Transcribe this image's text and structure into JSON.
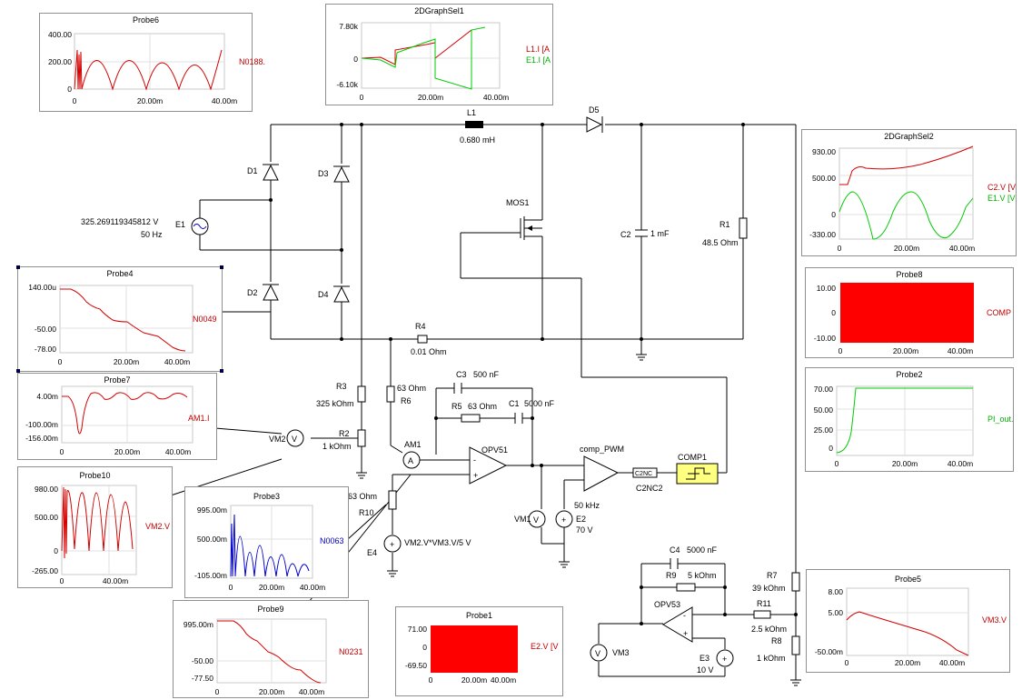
{
  "components": {
    "L1": {
      "name": "L1",
      "value": "0.680 mH"
    },
    "D1": "D1",
    "D2": "D2",
    "D3": "D3",
    "D4": "D4",
    "D5": "D5",
    "MOS1": "MOS1",
    "C2": {
      "name": "C2",
      "value": "1 mF"
    },
    "R1": {
      "name": "R1",
      "value": "48.5 Ohm"
    },
    "E1": {
      "name": "E1",
      "value": "325.269119345812 V",
      "freq": "50 Hz"
    },
    "R4": {
      "name": "R4",
      "value": "0.01 Ohm"
    },
    "R3": {
      "name": "R3",
      "value": "325 kOhm"
    },
    "R2": {
      "name": "R2",
      "value": "1 kOhm"
    },
    "R6": {
      "name": "R6",
      "value": "63 Ohm"
    },
    "C3": {
      "name": "C3",
      "value": "500 nF"
    },
    "R5": {
      "name": "R5",
      "value": "63 Ohm"
    },
    "C1": {
      "name": "C1",
      "value": "5000 nF"
    },
    "AM1": "AM1",
    "VM2": "VM2",
    "OPV51": "OPV51",
    "comp_PWM": "comp_PWM",
    "COMP1": "COMP1",
    "C2NC2": "C2NC2",
    "C2NC": "C2NC",
    "R10": {
      "name": "R10",
      "value": "63 Ohm"
    },
    "E4": {
      "name": "E4",
      "value": "VM2.V*VM3.V/5 V"
    },
    "VM1": "VM1",
    "E2": {
      "name": "E2",
      "freq": "50 kHz",
      "value": "70 V"
    },
    "C4": {
      "name": "C4",
      "value": "5000 nF"
    },
    "R9": {
      "name": "R9",
      "value": "5 kOhm"
    },
    "OPV53": "OPV53",
    "R7": {
      "name": "R7",
      "value": "39 kOhm"
    },
    "R11": {
      "name": "R11",
      "value": "2.5 kOhm"
    },
    "R8": {
      "name": "R8",
      "value": "1 kOhm"
    },
    "VM3": "VM3",
    "E3": {
      "name": "E3",
      "value": "10 V"
    }
  },
  "probes": {
    "probe6": {
      "title": "Probe6",
      "signal": "N0188.",
      "y_ticks": [
        "400.00",
        "200.00",
        "0"
      ],
      "x_ticks": [
        "0",
        "20.00m",
        "40.00m"
      ]
    },
    "graph1": {
      "title": "2DGraphSel1",
      "signals": [
        "L1.I [A",
        "E1.I [A"
      ],
      "y_ticks": [
        "7.80k",
        "0",
        "-6.10k"
      ],
      "x_ticks": [
        "0",
        "20.00m",
        "40.00m"
      ]
    },
    "graph2": {
      "title": "2DGraphSel2",
      "signals": [
        "C2.V [V",
        "E1.V [V"
      ],
      "y_ticks": [
        "930.00",
        "500.00",
        "0",
        "-330.00"
      ],
      "x_ticks": [
        "0",
        "20.00m",
        "40.00m"
      ]
    },
    "probe8": {
      "title": "Probe8",
      "signal": "COMP",
      "y_ticks": [
        "10.00",
        "0",
        "-10.00"
      ],
      "x_ticks": [
        "0",
        "20.00m",
        "40.00m"
      ]
    },
    "probe2": {
      "title": "Probe2",
      "signal": "PI_out.",
      "y_ticks": [
        "70.00",
        "50.00",
        "25.00",
        "0"
      ],
      "x_ticks": [
        "0",
        "20.00m",
        "40.00m"
      ]
    },
    "probe4": {
      "title": "Probe4",
      "signal": "N0049",
      "y_ticks": [
        "140.00u",
        "-50.00",
        "-78.00"
      ],
      "x_ticks": [
        "0",
        "20.00m",
        "40.00m"
      ]
    },
    "probe7": {
      "title": "Probe7",
      "signal": "AM1.I",
      "y_ticks": [
        "4.00m",
        "-100.00m",
        "-156.00m"
      ],
      "x_ticks": [
        "0",
        "20.00m",
        "40.00m"
      ]
    },
    "probe10": {
      "title": "Probe10",
      "signal": "VM2.V",
      "y_ticks": [
        "980.00",
        "500.00",
        "0",
        "-265.00"
      ],
      "x_ticks": [
        "0",
        "40.00m"
      ]
    },
    "probe3": {
      "title": "Probe3",
      "signal": "N0063",
      "y_ticks": [
        "995.00m",
        "500.00m",
        "-105.00m"
      ],
      "x_ticks": [
        "0",
        "20.00m",
        "40.00m"
      ]
    },
    "probe9": {
      "title": "Probe9",
      "signal": "N0231",
      "y_ticks": [
        "995.00m",
        "-50.00",
        "-77.50"
      ],
      "x_ticks": [
        "0",
        "20.00m",
        "40.00m"
      ]
    },
    "probe1": {
      "title": "Probe1",
      "signal": "E2.V [V",
      "y_ticks": [
        "71.00",
        "0",
        "-69.50"
      ],
      "x_ticks": [
        "0",
        "20.00m",
        "40.00m"
      ]
    },
    "probe5": {
      "title": "Probe5",
      "signal": "VM3.V",
      "y_ticks": [
        "8.00",
        "5.00",
        "-50.00m"
      ],
      "x_ticks": [
        "0",
        "20.00m",
        "40.00m"
      ]
    }
  },
  "colors": {
    "red": "#d40000",
    "green": "#00cc00",
    "blue": "#0000d0",
    "fill_red": "#ff0000",
    "comp_yellow": "#ffff80"
  }
}
